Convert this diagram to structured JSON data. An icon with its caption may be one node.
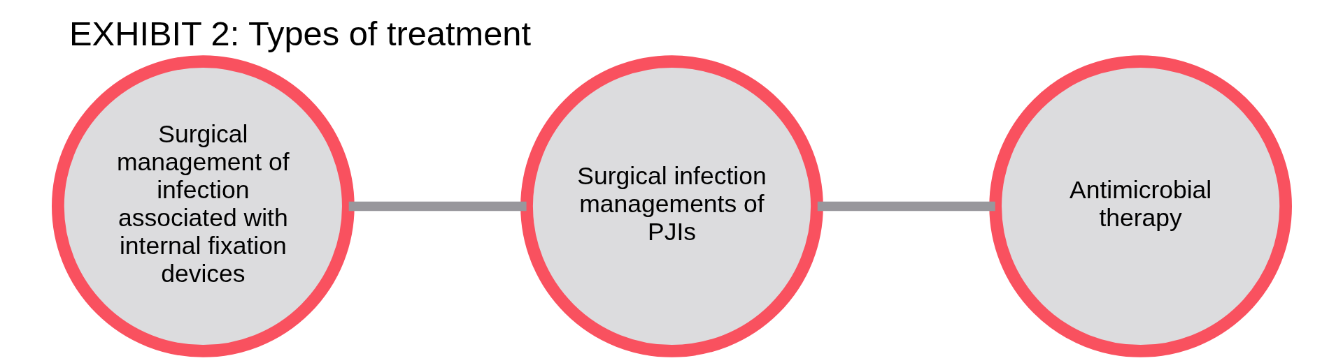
{
  "diagram": {
    "title": "EXHIBIT 2: Types of treatment",
    "nodes": [
      {
        "text": [
          "Surgical management of infection associated with internal fixation devices"
        ]
      },
      {
        "text": [
          "Surgical infection managements of PJIs"
        ]
      },
      {
        "text": [
          "Antimicrobial therapy"
        ]
      }
    ],
    "edges": [
      {
        "from": 0,
        "to": 1,
        "arrow": "none"
      },
      {
        "from": 1,
        "to": 2,
        "arrow": "none"
      }
    ]
  }
}
